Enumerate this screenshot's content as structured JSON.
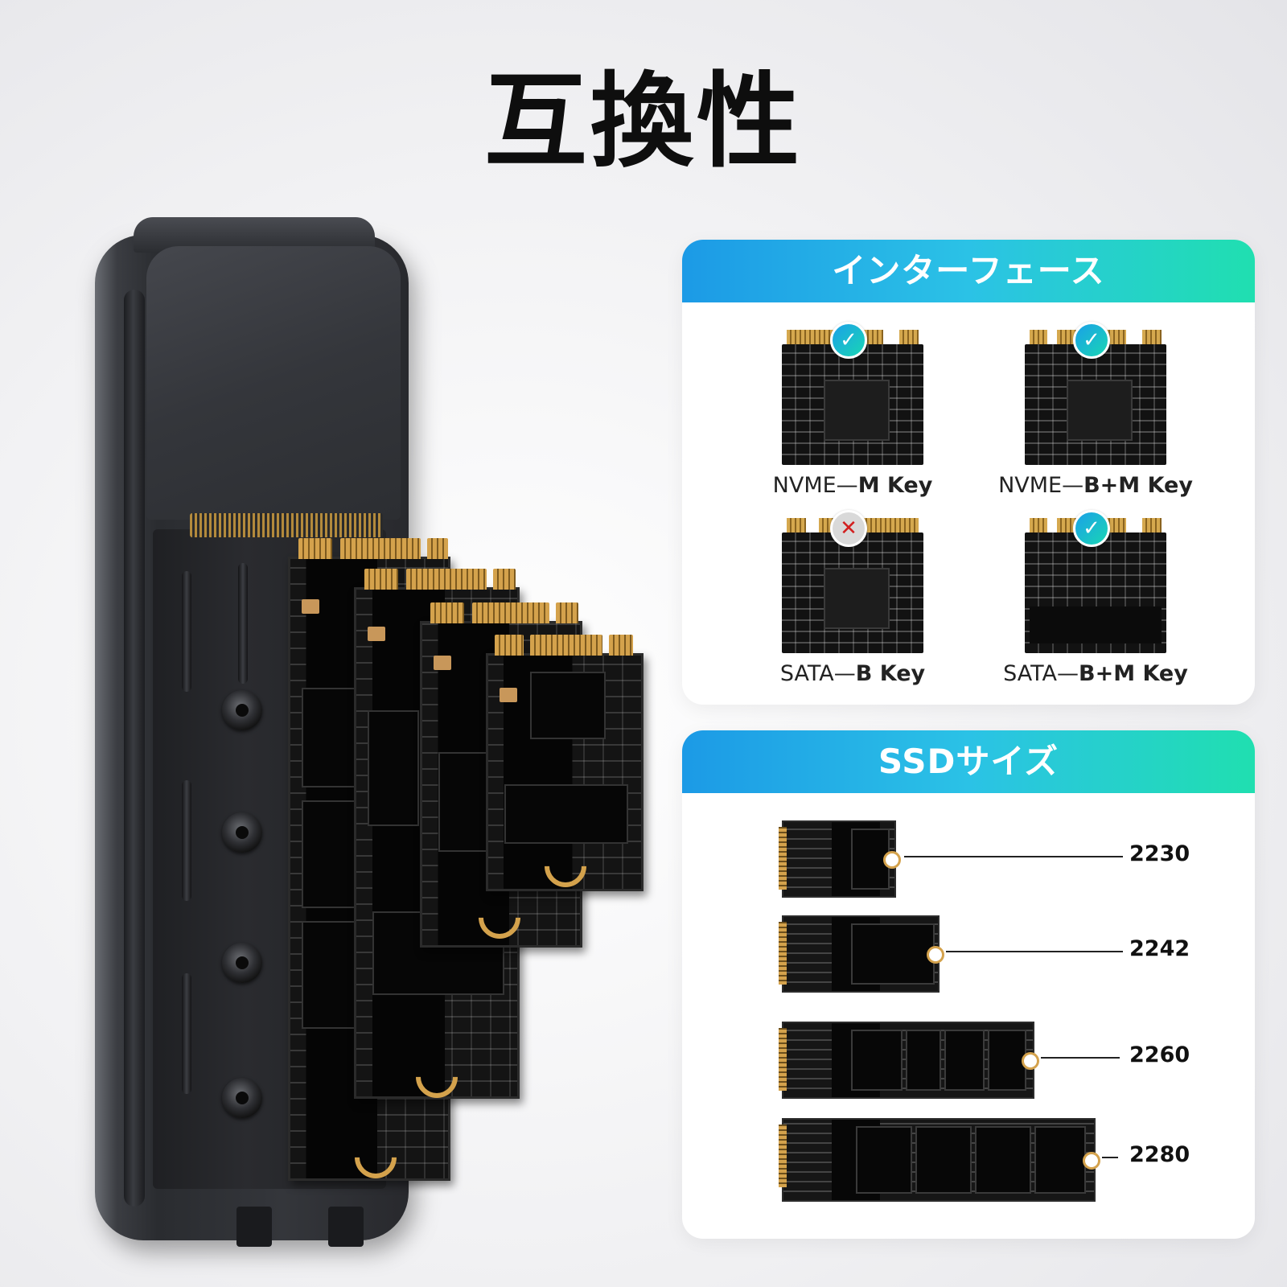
{
  "title": "互換性",
  "interface_panel": {
    "heading": "インターフェース",
    "items": [
      {
        "type": "NVME—",
        "key": "M Key",
        "compatible": true,
        "mark": "✓"
      },
      {
        "type": "NVME—",
        "key": "B+M Key",
        "compatible": true,
        "mark": "✓"
      },
      {
        "type": "SATA—",
        "key": "B Key",
        "compatible": false,
        "mark": "✕"
      },
      {
        "type": "SATA—",
        "key": "B+M Key",
        "compatible": true,
        "mark": "✓"
      }
    ]
  },
  "size_panel": {
    "heading": "SSDサイズ",
    "sizes": [
      "2230",
      "2242",
      "2260",
      "2280"
    ]
  },
  "colors": {
    "header_gradient": [
      "#1c9ae6",
      "#2bc2e6",
      "#20dfb0"
    ],
    "gold_contacts": "#d4a24c",
    "incompatible_mark": "#d21f1f"
  },
  "icons": [
    "check-icon",
    "cross-icon"
  ]
}
